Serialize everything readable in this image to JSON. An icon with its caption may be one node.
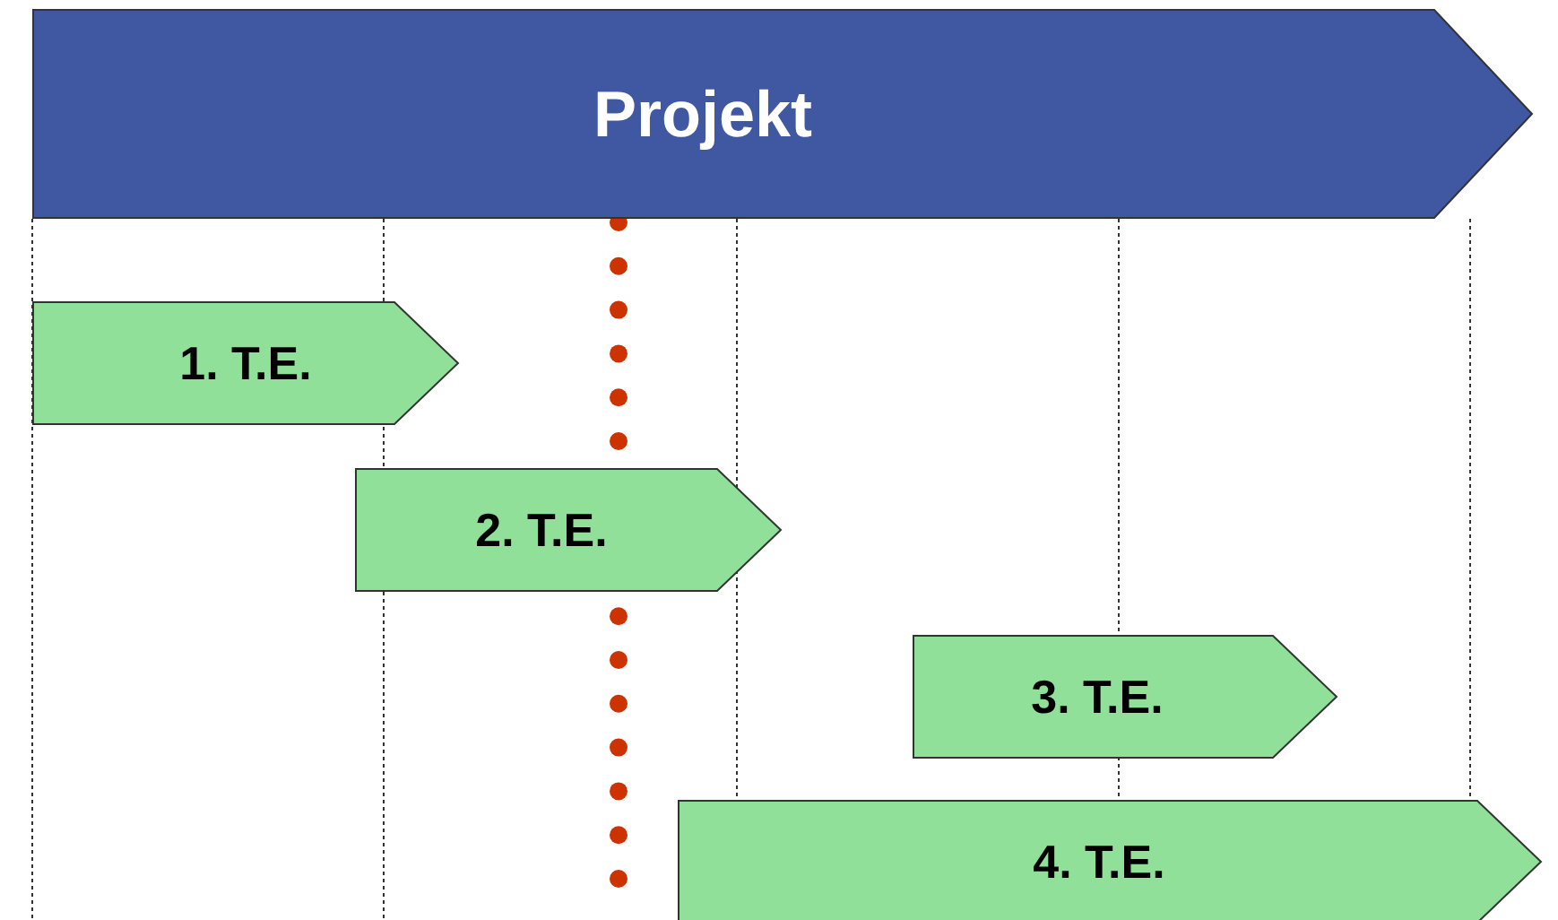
{
  "diagram": {
    "nodes": [
      {
        "text": [
          "Projekt"
        ]
      },
      {
        "text": [
          "1. T.E."
        ]
      },
      {
        "text": [
          "2. T.E."
        ]
      },
      {
        "text": [
          "3. T.E."
        ]
      },
      {
        "text": [
          "4. T.E."
        ]
      }
    ]
  }
}
